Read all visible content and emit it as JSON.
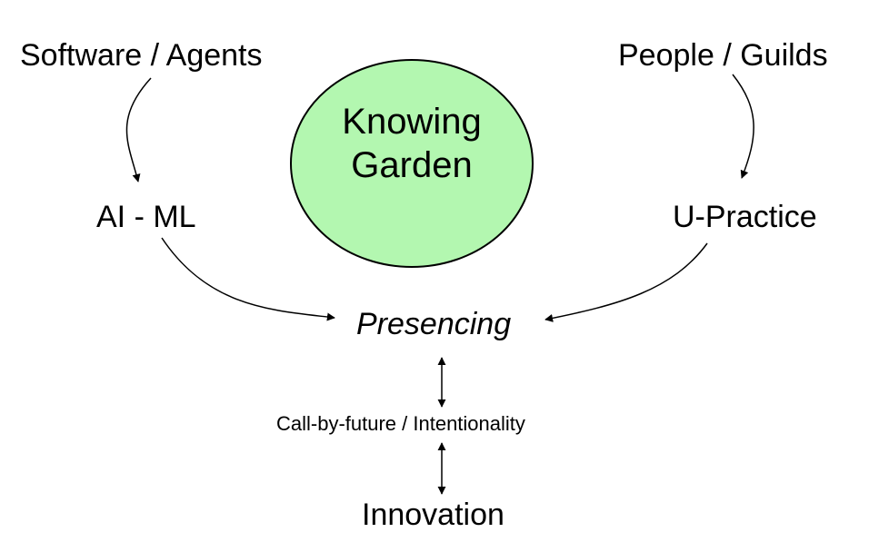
{
  "diagram": {
    "center": {
      "line1": "Knowing",
      "line2": "Garden"
    },
    "software": "Software / Agents",
    "people": "People / Guilds",
    "ai": "AI - ML",
    "upractice": "U-Practice",
    "presencing": "Presencing",
    "call": "Call-by-future / Intentionality",
    "innovation": "Innovation"
  },
  "colors": {
    "circle_fill": "#b3f7b0",
    "stroke": "#000000"
  }
}
